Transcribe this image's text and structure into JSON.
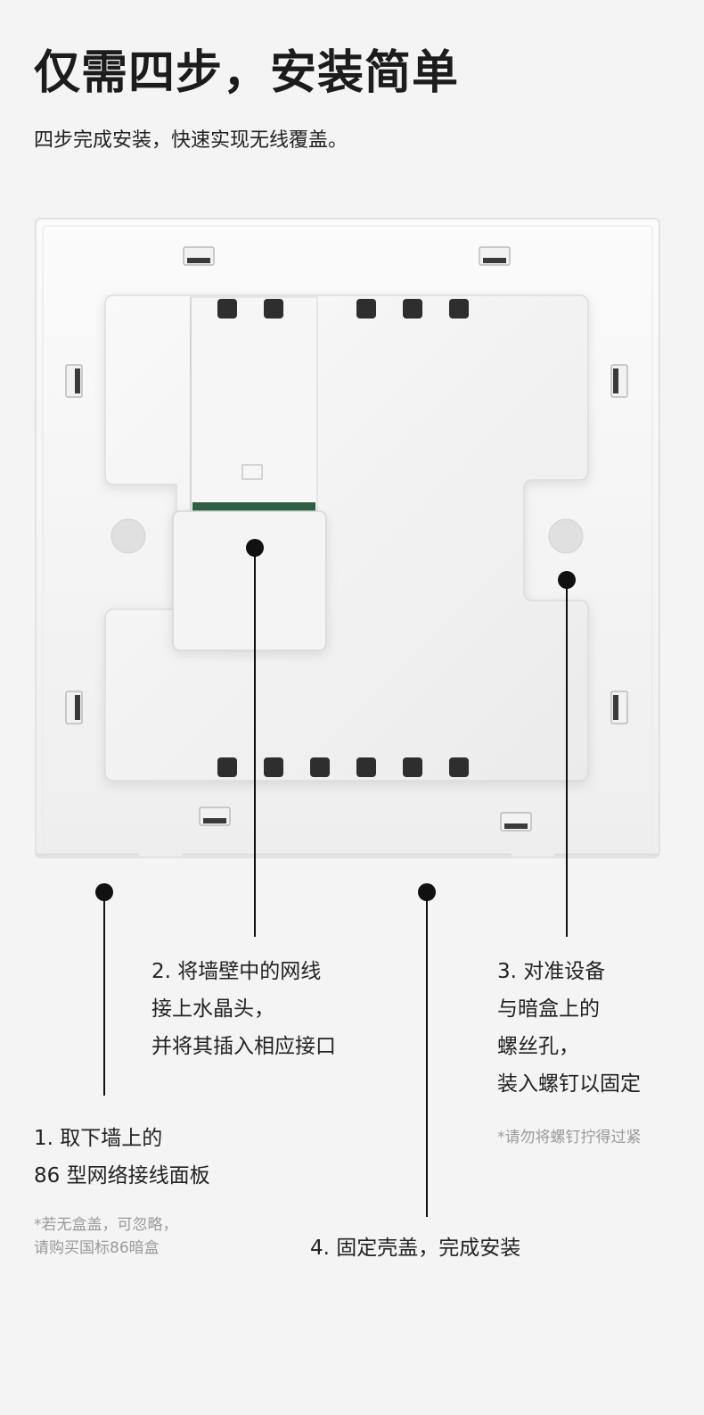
{
  "header": {
    "title": "仅需四步，安装简单",
    "subtitle": "四步完成安装，快速实现无线覆盖。"
  },
  "steps": [
    {
      "lines": [
        "1. 取下墙上的",
        "86 型网络接线面板"
      ],
      "note": [
        "*若无盒盖，可忽略，",
        "请购买国标86暗盒"
      ]
    },
    {
      "lines": [
        "2. 将墙壁中的网线",
        "接上水晶头，",
        "并将其插入相应接口"
      ]
    },
    {
      "lines": [
        "3. 对准设备",
        "与暗盒上的",
        "螺丝孔，",
        "装入螺钉以固定"
      ],
      "note": [
        "*请勿将螺钉拧得过紧"
      ]
    },
    {
      "lines": [
        "4. 固定壳盖，完成安装"
      ]
    }
  ],
  "colors": {
    "background": "#f4f4f4",
    "text": "#1c1c1c",
    "note": "#9a9a9a",
    "marker": "#111111"
  }
}
